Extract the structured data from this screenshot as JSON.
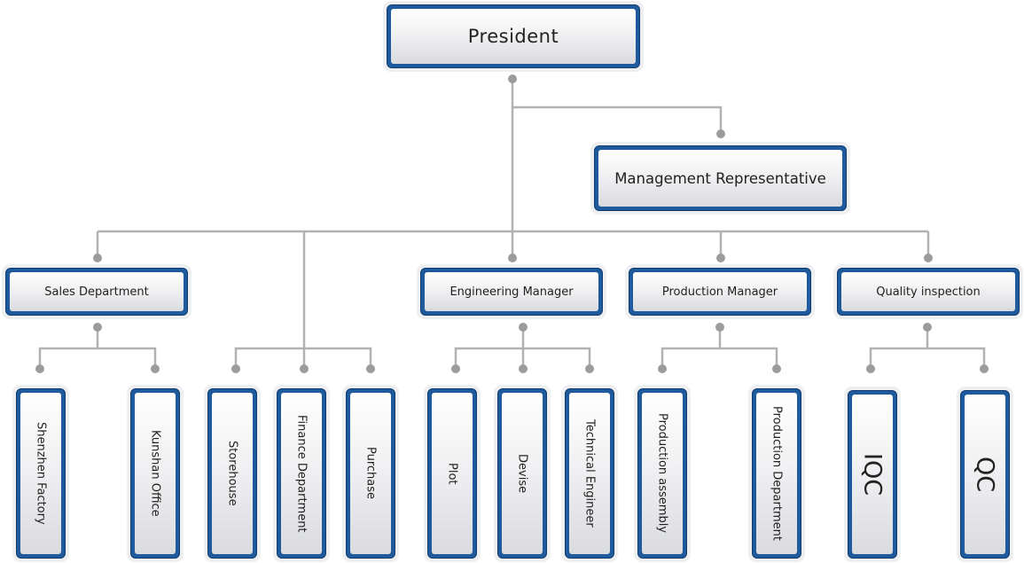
{
  "president": "President",
  "management_representative": "Management Representative",
  "departments": {
    "sales": "Sales Department",
    "engineering": "Engineering Manager",
    "production": "Production Manager",
    "quality": "Quality inspection"
  },
  "units": {
    "shenzhen_factory": "Shenzhen Factory",
    "kunshan_office": "Kunshan Office",
    "storehouse": "Storehouse",
    "finance_department": "Finance Department",
    "purchase": "Purchase",
    "plot": "Plot",
    "devise": "Devise",
    "technical_engineer": "Technical Engineer",
    "production_assembly": "Production assembly",
    "production_department": "Production Department",
    "iqc": "IQC",
    "qc": "QC"
  },
  "colors": {
    "frame": "#1f5b9c",
    "connector": "#b2b2b2",
    "dot": "#9c9c9c"
  }
}
